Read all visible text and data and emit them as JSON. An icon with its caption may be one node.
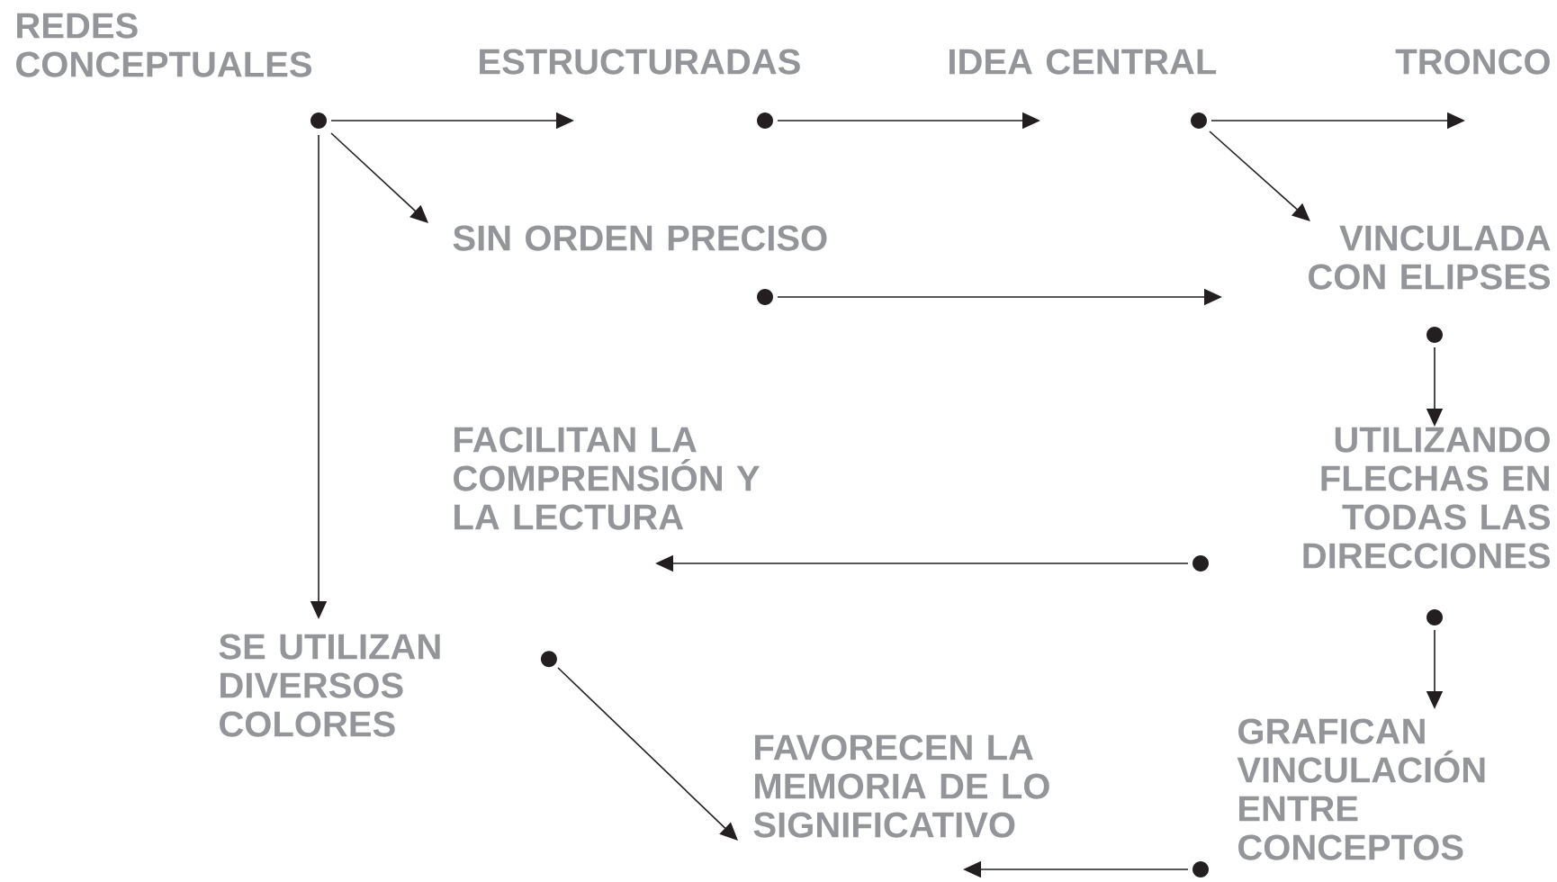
{
  "diagram": {
    "nodes": [
      {
        "text": [
          "REDES CONCEPTUALES"
        ]
      },
      {
        "text": [
          "ESTRUCTURADAS"
        ]
      },
      {
        "text": [
          "IDEA CENTRAL"
        ]
      },
      {
        "text": [
          "TRONCO"
        ]
      },
      {
        "text": [
          "SIN ORDEN PRECISO"
        ]
      },
      {
        "text": [
          "VINCULADA CON ELIPSES"
        ]
      },
      {
        "text": [
          "FACILITAN LA COMPRENSIÓN Y LA LECTURA"
        ]
      },
      {
        "text": [
          "UTILIZANDO FLECHAS EN TODAS LAS DIRECCIONES"
        ]
      },
      {
        "text": [
          "SE UTILIZAN DIVERSOS COLORES"
        ]
      },
      {
        "text": [
          "FAVORECEN LA MEMORIA DE LO SIGNIFICATIVO"
        ]
      },
      {
        "text": [
          "GRAFICAN VINCULACIÓN ENTRE CONCEPTOS"
        ]
      }
    ],
    "edges": [
      {
        "from": 0,
        "to": 1,
        "arrow": "to"
      },
      {
        "from": 0,
        "to": 4,
        "arrow": "to"
      },
      {
        "from": 0,
        "to": 8,
        "arrow": "to"
      },
      {
        "from": 1,
        "to": 2,
        "arrow": "to"
      },
      {
        "from": 2,
        "to": 3,
        "arrow": "to"
      },
      {
        "from": 2,
        "to": 5,
        "arrow": "to"
      },
      {
        "from": 4,
        "to": 5,
        "arrow": "to"
      },
      {
        "from": 5,
        "to": 7,
        "arrow": "to"
      },
      {
        "from": 7,
        "to": 6,
        "arrow": "to"
      },
      {
        "from": 7,
        "to": 10,
        "arrow": "to"
      },
      {
        "from": 8,
        "to": 9,
        "arrow": "to"
      },
      {
        "from": 10,
        "to": 9,
        "arrow": "to"
      }
    ]
  }
}
